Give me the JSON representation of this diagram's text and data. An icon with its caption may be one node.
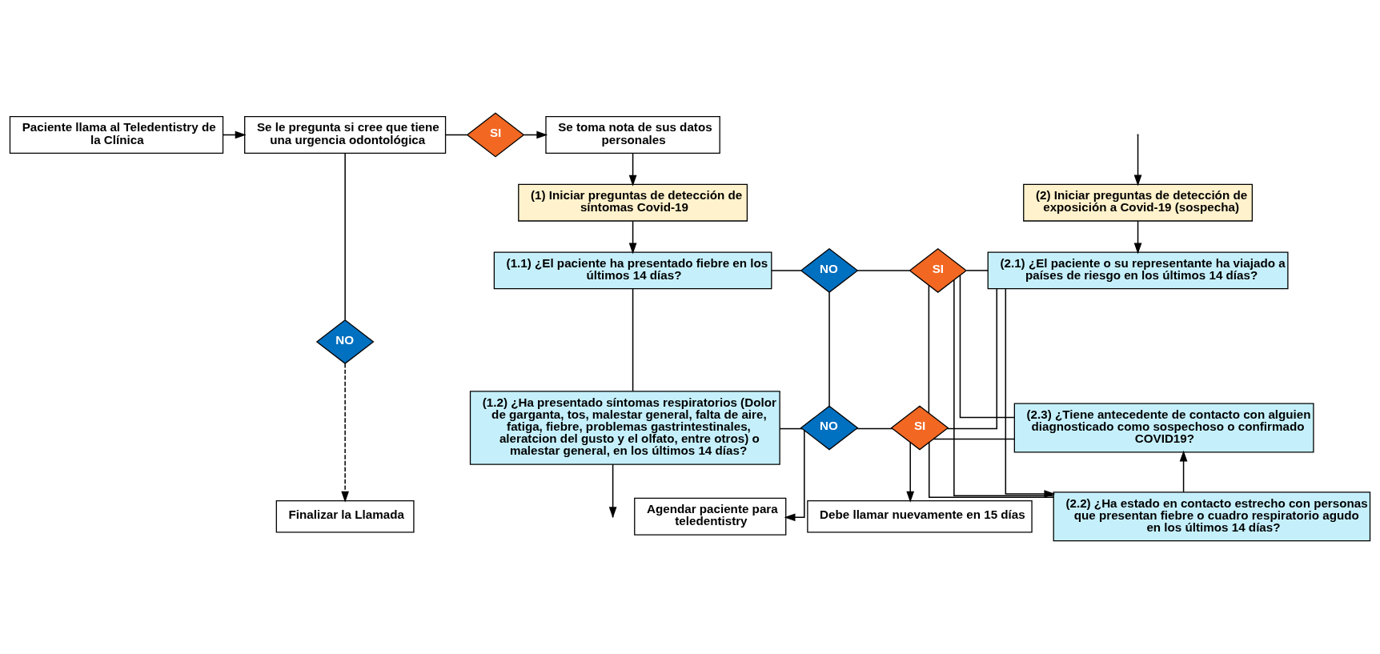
{
  "diagram": {
    "nodes": [
      {
        "text": [
          "Paciente llama al Teledentistry de la Clínica"
        ]
      },
      {
        "text": [
          "Se le pregunta si cree que tiene una urgencia odontológica"
        ]
      },
      {
        "text": [
          "SI"
        ]
      },
      {
        "text": [
          "Se toma nota de sus datos personales"
        ]
      },
      {
        "text": [
          "NO"
        ]
      },
      {
        "text": [
          "(1) Iniciar preguntas de detección de síntomas Covid-19"
        ]
      },
      {
        "text": [
          "(2) Iniciar preguntas de detección de exposición a Covid-19 (sospecha)"
        ]
      },
      {
        "text": [
          "(1.1) ¿El paciente ha presentado fiebre en los últimos 14 días?"
        ]
      },
      {
        "text": [
          "NO"
        ]
      },
      {
        "text": [
          "SI"
        ]
      },
      {
        "text": [
          "(2.1) ¿El paciente o su representante ha viajado a países de riesgo en los últimos 14 días?"
        ]
      },
      {
        "text": [
          "(2.2) ¿Ha estado en contacto estrecho con personas que presentan fiebre o cuadro respiratorio agudo en los últimos 14 días?"
        ]
      },
      {
        "text": [
          "(1.2) ¿Ha presentado síntomas respiratorios (Dolor de garganta, tos, malestar general, falta de aire, fatiga, fiebre, problemas gastrintestinales, aleratcion del gusto y el olfato, entre otros) o malestar general, en los últimos 14 días?"
        ]
      },
      {
        "text": [
          "NO"
        ]
      },
      {
        "text": [
          "SI"
        ]
      },
      {
        "text": [
          "(2.3) ¿Tiene antecedente de contacto con alguien diagnosticado como sospechoso o confirmado COVID19?"
        ]
      },
      {
        "text": [
          "Finalizar la Llamada"
        ]
      },
      {
        "text": [
          "Agendar paciente para teledentistry"
        ]
      },
      {
        "text": [
          "Debe llamar nuevamente en 15 días"
        ]
      }
    ],
    "edges": [
      {
        "from": 0,
        "to": 1,
        "arrow": "to"
      },
      {
        "from": 1,
        "to": 2,
        "arrow": "none"
      },
      {
        "from": 2,
        "to": 3,
        "arrow": "to"
      },
      {
        "from": 1,
        "to": 4,
        "arrow": "none"
      },
      {
        "from": 4,
        "to": 16,
        "arrow": "to",
        "style": "dashed"
      },
      {
        "from": 3,
        "to": 5,
        "arrow": "to"
      },
      {
        "from": null,
        "to": 6,
        "arrow": "to"
      },
      {
        "from": 5,
        "to": 7,
        "arrow": "to"
      },
      {
        "from": 6,
        "to": 10,
        "arrow": "to"
      },
      {
        "from": 10,
        "to": 11,
        "arrow": "to"
      },
      {
        "from": 11,
        "to": 15,
        "arrow": "to"
      },
      {
        "from": 7,
        "to": 8,
        "arrow": "none"
      },
      {
        "from": 8,
        "to": 9,
        "arrow": "none"
      },
      {
        "from": 9,
        "to": 10,
        "arrow": "none"
      },
      {
        "from": 9,
        "to": 11,
        "arrow": "none"
      },
      {
        "from": 9,
        "to": 15,
        "arrow": "none"
      },
      {
        "from": 7,
        "to": 12,
        "arrow": "none"
      },
      {
        "from": 8,
        "to": 13,
        "arrow": "none"
      },
      {
        "from": 9,
        "to": 14,
        "arrow": "none"
      },
      {
        "from": 12,
        "to": 13,
        "arrow": "none"
      },
      {
        "from": 13,
        "to": 14,
        "arrow": "none"
      },
      {
        "from": 14,
        "to": 10,
        "arrow": "none"
      },
      {
        "from": 14,
        "to": 11,
        "arrow": "none"
      },
      {
        "from": 14,
        "to": 15,
        "arrow": "none"
      },
      {
        "from": 13,
        "to": 17,
        "arrow": "to"
      },
      {
        "from": 14,
        "to": 18,
        "arrow": "to"
      },
      {
        "from": 12,
        "to": null,
        "arrow": "to"
      }
    ]
  }
}
